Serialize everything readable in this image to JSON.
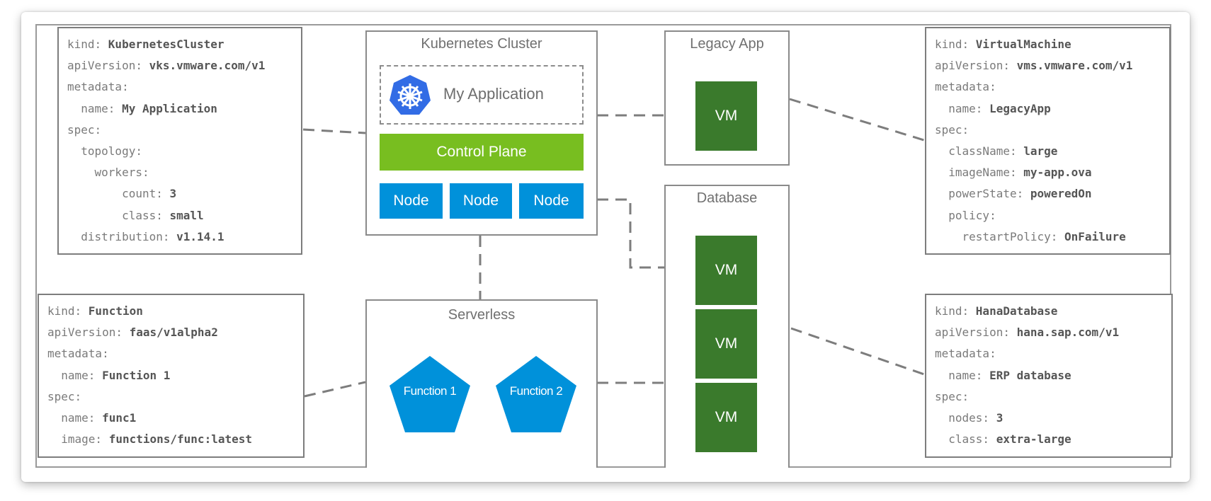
{
  "yaml_specs": {
    "kubernetes_cluster": [
      {
        "indent": 0,
        "key": "kind:",
        "value": "KubernetesCluster"
      },
      {
        "indent": 0,
        "key": "apiVersion:",
        "value": "vks.vmware.com/v1"
      },
      {
        "indent": 0,
        "key": "metadata:",
        "value": ""
      },
      {
        "indent": 1,
        "key": "name:",
        "value": "My Application"
      },
      {
        "indent": 0,
        "key": "spec:",
        "value": ""
      },
      {
        "indent": 1,
        "key": "topology:",
        "value": ""
      },
      {
        "indent": 2,
        "key": "workers:",
        "value": ""
      },
      {
        "indent": 4,
        "key": "count:",
        "value": "3"
      },
      {
        "indent": 4,
        "key": "class:",
        "value": "small"
      },
      {
        "indent": 1,
        "key": "distribution:",
        "value": "v1.14.1"
      }
    ],
    "virtual_machine": [
      {
        "indent": 0,
        "key": "kind:",
        "value": "VirtualMachine"
      },
      {
        "indent": 0,
        "key": "apiVersion:",
        "value": "vms.vmware.com/v1"
      },
      {
        "indent": 0,
        "key": "metadata:",
        "value": ""
      },
      {
        "indent": 1,
        "key": "name:",
        "value": "LegacyApp"
      },
      {
        "indent": 0,
        "key": "spec:",
        "value": ""
      },
      {
        "indent": 1,
        "key": "className:",
        "value": "large"
      },
      {
        "indent": 1,
        "key": "imageName:",
        "value": "my-app.ova"
      },
      {
        "indent": 1,
        "key": "powerState:",
        "value": "poweredOn"
      },
      {
        "indent": 1,
        "key": "policy:",
        "value": ""
      },
      {
        "indent": 2,
        "key": "restartPolicy:",
        "value": "OnFailure"
      }
    ],
    "function": [
      {
        "indent": 0,
        "key": "kind:",
        "value": "Function"
      },
      {
        "indent": 0,
        "key": "apiVersion:",
        "value": "faas/v1alpha2"
      },
      {
        "indent": 0,
        "key": "metadata:",
        "value": ""
      },
      {
        "indent": 1,
        "key": "name:",
        "value": "Function 1"
      },
      {
        "indent": 0,
        "key": "spec:",
        "value": ""
      },
      {
        "indent": 1,
        "key": "name:",
        "value": "func1"
      },
      {
        "indent": 1,
        "key": "image:",
        "value": "functions/func:latest"
      }
    ],
    "hana_database": [
      {
        "indent": 0,
        "key": "kind:",
        "value": "HanaDatabase"
      },
      {
        "indent": 0,
        "key": "apiVersion:",
        "value": "hana.sap.com/v1"
      },
      {
        "indent": 0,
        "key": "metadata:",
        "value": ""
      },
      {
        "indent": 1,
        "key": "name:",
        "value": "ERP database"
      },
      {
        "indent": 0,
        "key": "spec:",
        "value": ""
      },
      {
        "indent": 1,
        "key": "nodes:",
        "value": "3"
      },
      {
        "indent": 1,
        "key": "class:",
        "value": "extra-large"
      }
    ]
  },
  "kubernetes_cluster": {
    "title": "Kubernetes Cluster",
    "application": {
      "icon": "kubernetes-helm-icon",
      "label": "My Application"
    },
    "control_plane": "Control Plane",
    "nodes": [
      "Node",
      "Node",
      "Node"
    ]
  },
  "legacy_app": {
    "title": "Legacy App",
    "vms": [
      "VM"
    ]
  },
  "database": {
    "title": "Database",
    "vms": [
      "VM",
      "VM",
      "VM"
    ]
  },
  "serverless": {
    "title": "Serverless",
    "functions": [
      "Function 1",
      "Function 2"
    ]
  },
  "colors": {
    "control_plane": "#78be20",
    "node": "#0091da",
    "vm": "#3a7a2c",
    "function": "#0091da",
    "kubernetes_logo": "#326ce5",
    "border": "#8a8a8a",
    "connector": "#7d7d7d"
  }
}
